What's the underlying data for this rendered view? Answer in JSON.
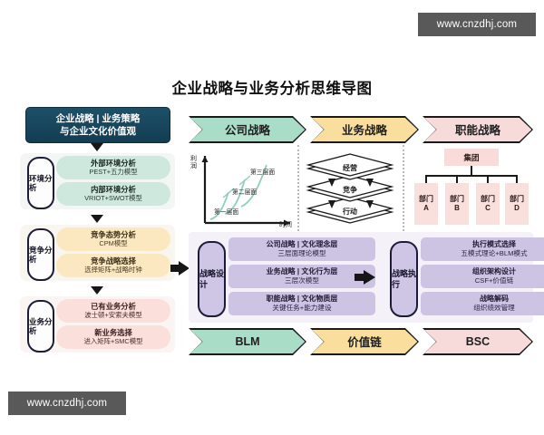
{
  "watermark": {
    "text": "www.cnzdhj.com"
  },
  "title": "企业战略与业务分析思维导图",
  "master_header": {
    "line1": "企业战略 | 业务策略",
    "line2": "与企业文化价值观"
  },
  "left_column": {
    "groups": [
      {
        "pill": "环境分析",
        "cards": [
          {
            "title": "外部环境分析",
            "sub": "PEST+五力模型"
          },
          {
            "title": "内部环境分析",
            "sub": "VRIOT+SWOT模型"
          }
        ]
      },
      {
        "pill": "竞争分析",
        "cards": [
          {
            "title": "竞争态势分析",
            "sub": "CPM模型"
          },
          {
            "title": "竞争战略选择",
            "sub": "选择矩阵+战略时钟"
          }
        ]
      },
      {
        "pill": "业务分析",
        "cards": [
          {
            "title": "已有业务分析",
            "sub": "波士顿+安索夫模型"
          },
          {
            "title": "新业务选择",
            "sub": "进入矩阵+SMC模型"
          }
        ]
      }
    ]
  },
  "top_chevrons": [
    {
      "label": "公司战略",
      "color": "#a9ddc8"
    },
    {
      "label": "业务战略",
      "color": "#fade9e"
    },
    {
      "label": "职能战略",
      "color": "#f7dada"
    }
  ],
  "bottom_chevrons": [
    {
      "label": "BLM",
      "color": "#a9ddc8"
    },
    {
      "label": "价值链",
      "color": "#fade9e"
    },
    {
      "label": "BSC",
      "color": "#f7dada"
    }
  ],
  "diagrams": {
    "horizons": {
      "ylabel": "利润",
      "xlabel": "时间",
      "curves": [
        {
          "label": "第一层面"
        },
        {
          "label": "第二层面"
        },
        {
          "label": "第三层面"
        }
      ]
    },
    "layers": {
      "items": [
        {
          "label": "经营"
        },
        {
          "label": "竞争"
        },
        {
          "label": "行动"
        }
      ]
    },
    "org": {
      "root": "集团",
      "departments": [
        {
          "label": "部门",
          "code": "A"
        },
        {
          "label": "部门",
          "code": "B"
        },
        {
          "label": "部门",
          "code": "C"
        },
        {
          "label": "部门",
          "code": "D"
        }
      ]
    }
  },
  "middle": {
    "design": {
      "pill": "战略设计",
      "cards": [
        {
          "title": "公司战略 | 文化理念层",
          "sub": "三层面理论模型"
        },
        {
          "title": "业务战略 | 文化行为层",
          "sub": "三层次模型"
        },
        {
          "title": "职能战略 | 文化物质层",
          "sub": "关键任务+能力建设"
        }
      ]
    },
    "execution": {
      "pill": "战略执行",
      "cards": [
        {
          "title": "执行模式选择",
          "sub": "五模式理论+BLM模式"
        },
        {
          "title": "组织架构设计",
          "sub": "CSF+价值链"
        },
        {
          "title": "战略解码",
          "sub": "组织绩效管理"
        }
      ]
    }
  }
}
